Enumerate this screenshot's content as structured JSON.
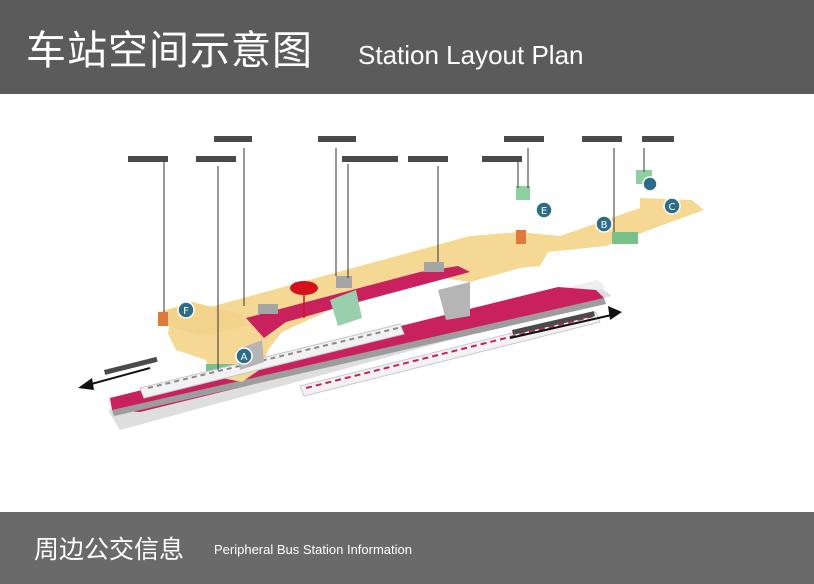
{
  "header": {
    "title_zh": "车站空间示意图",
    "title_en": "Station Layout Plan"
  },
  "footer": {
    "title_zh": "周边公交信息",
    "title_en": "Peripheral Bus Station Information"
  },
  "diagram": {
    "exits": [
      "A",
      "B",
      "C",
      "E",
      "F"
    ],
    "colors": {
      "concourse": "#f5d58e",
      "platform": "#c8215e",
      "track": "#e7e7e7",
      "exit_badge": "#2d6c86",
      "marker": "#d4121b"
    }
  }
}
